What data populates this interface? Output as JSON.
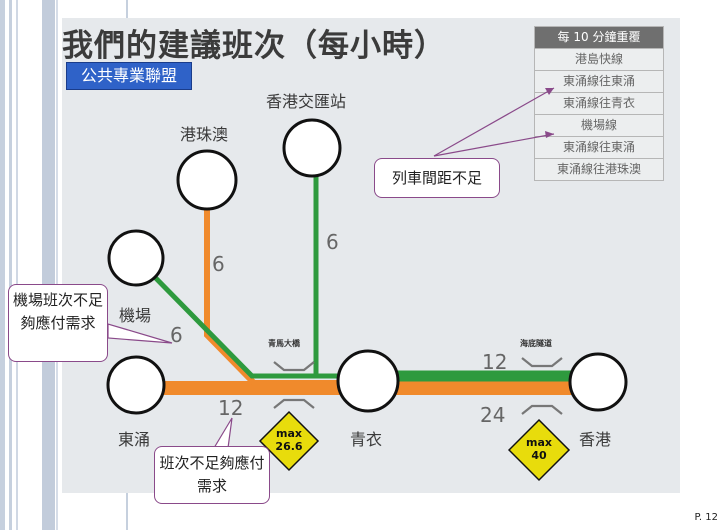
{
  "slide": {
    "title": "我們的建議班次（每小時）",
    "org_label": "公共專業聯盟",
    "page_number": "P. 12"
  },
  "legend": {
    "header": "每 10 分鐘重覆",
    "rows": [
      "港島快線",
      "東涌線往東涌",
      "東涌線往青衣",
      "機場線",
      "東涌線往東涌",
      "東涌線往港珠澳"
    ]
  },
  "callouts": {
    "headway": "列車間距不足",
    "airport_shortfall": "機場班次不足夠應付需求",
    "frequency_shortfall": "班次不足夠應付需求"
  },
  "stations": {
    "hong_kong_interchange": "香港交匯站",
    "hzmb": "港珠澳",
    "airport": "機場",
    "tung_chung": "東涌",
    "tsing_yi": "青衣",
    "hong_kong": "香港"
  },
  "frequencies": {
    "hzmb_branch": "6",
    "interchange_branch": "6",
    "airport_branch": "6",
    "tung_chung_section": "12",
    "harbour_green": "12",
    "harbour_orange": "24"
  },
  "bottlenecks": {
    "tsing_ma_bridge": "青馬大橋",
    "harbour_tunnel": "海底隧道"
  },
  "capacity_signs": {
    "bridge": {
      "label": "max",
      "value": "26.6"
    },
    "tunnel": {
      "label": "max",
      "value": "40"
    }
  },
  "colors": {
    "orange_line": "#f08a2c",
    "green_line": "#2e9a3e",
    "sign_fill": "#e8dc0c",
    "callout_border": "#8a4a8a",
    "org_badge": "#2f62c8"
  }
}
